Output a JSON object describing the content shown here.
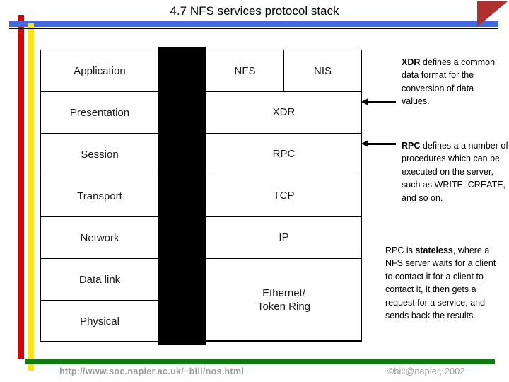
{
  "slide": {
    "title": "4.7 NFS services protocol stack"
  },
  "decorations": {
    "red_bar_color": "#e00000",
    "yellow_bar_color": "#ffe500",
    "blue_bar_color": "#4169e1",
    "green_bar_color": "#127a12",
    "corner_triangle_color": "#b03030"
  },
  "diagram": {
    "osi_layers": [
      {
        "label": "Application"
      },
      {
        "label": "Presentation"
      },
      {
        "label": "Session"
      },
      {
        "label": "Transport"
      },
      {
        "label": "Network"
      },
      {
        "label": "Data link"
      },
      {
        "label": "Physical"
      }
    ],
    "protocols": {
      "application_row": [
        {
          "label": "NFS"
        },
        {
          "label": "NIS"
        }
      ],
      "presentation": "XDR",
      "session": "RPC",
      "transport": "TCP",
      "network": "IP",
      "datalink_physical_line1": "Ethernet/",
      "datalink_physical_line2": "Token Ring"
    }
  },
  "notes": {
    "xdr": {
      "lead": "XDR",
      "body": " defines a common data format for the conversion of data values."
    },
    "rpc": {
      "lead": "RPC",
      "body": " defines a a number of procedures which can be executed on the server, such as WRITE, CREATE, and so on."
    },
    "stateless": {
      "prefix": "RPC is ",
      "emphasis": "stateless",
      "body": ", where a NFS server waits for a client to contact it for a client to contact it, it then gets a request for a service, and sends back the results."
    }
  },
  "footer": {
    "url": "http://www.soc.napier.ac.uk/~bill/nos.html",
    "copyright": "©bill@napier, 2002"
  }
}
